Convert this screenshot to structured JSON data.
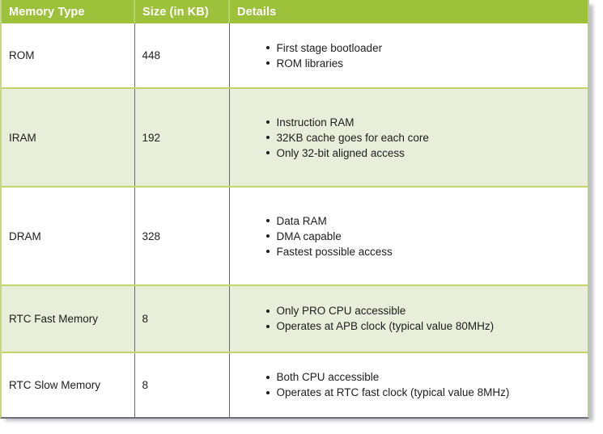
{
  "table": {
    "columns": [
      {
        "key": "type",
        "label": "Memory Type"
      },
      {
        "key": "size",
        "label": "Size (in KB)"
      },
      {
        "key": "details",
        "label": "Details"
      }
    ],
    "rows": [
      {
        "type": "ROM",
        "size": "448",
        "details": [
          "First stage bootloader",
          "ROM libraries"
        ]
      },
      {
        "type": "IRAM",
        "size": "192",
        "details": [
          "Instruction RAM",
          "32KB cache goes for each core",
          "Only 32-bit aligned access"
        ]
      },
      {
        "type": "DRAM",
        "size": "328",
        "details": [
          "Data RAM",
          "DMA capable",
          "Fastest possible access"
        ]
      },
      {
        "type": "RTC Fast Memory",
        "size": "8",
        "details": [
          "Only PRO CPU accessible",
          "Operates at APB clock (typical value 80MHz)"
        ]
      },
      {
        "type": "RTC Slow Memory",
        "size": "8",
        "details": [
          "Both CPU accessible",
          "Operates at RTC fast clock (typical value 8MHz)"
        ]
      }
    ]
  },
  "colors": {
    "header_background": "#9ec13c",
    "header_text": "#ffffff",
    "header_divider": "#b6d166",
    "row_alt_background": "#e9eeda",
    "row_background": "#ffffff",
    "row_divider": "#c2d468",
    "column_divider": "#6b6b6b",
    "body_text": "#1d1d1d"
  }
}
